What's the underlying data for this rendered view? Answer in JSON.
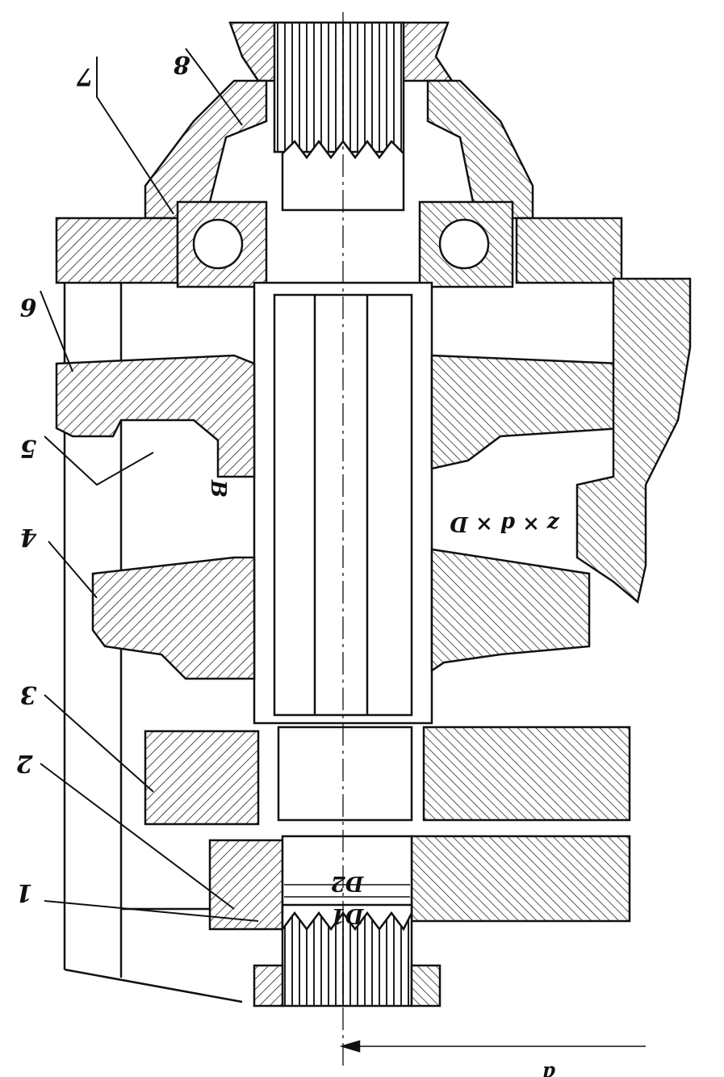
{
  "drawing": {
    "callouts": [
      "1",
      "2",
      "3",
      "4",
      "5",
      "6",
      "7",
      "8"
    ],
    "dimensions": {
      "gap_label": "B",
      "spline_label": "z × d × D",
      "inner_diameter_label": "D2",
      "outer_diameter_label": "D1",
      "distance_label": "a"
    },
    "colors": {
      "ink": "#111111",
      "paper": "#ffffff"
    }
  }
}
